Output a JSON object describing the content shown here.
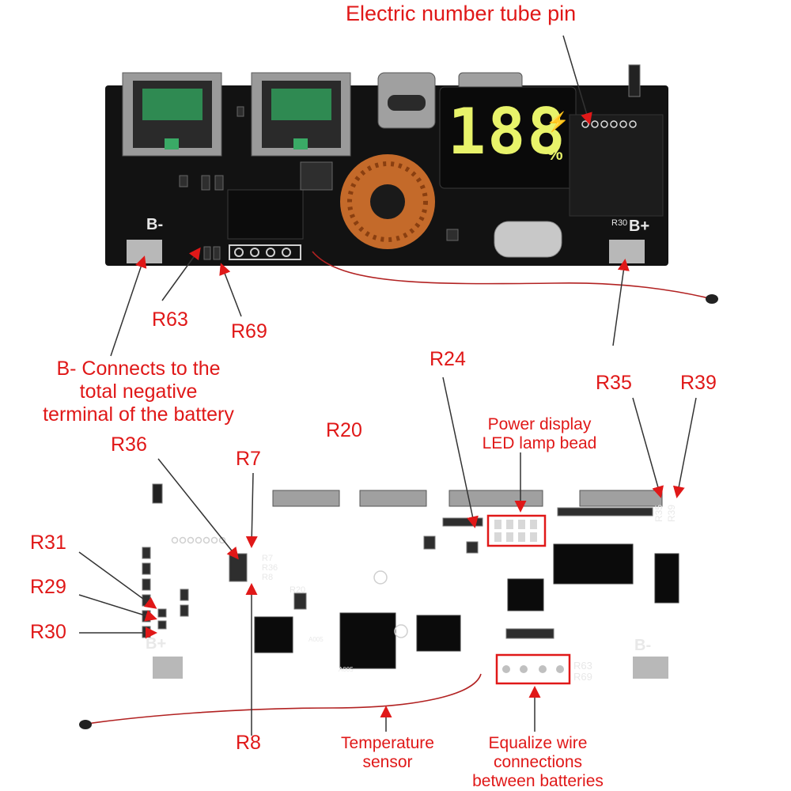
{
  "colors": {
    "label": "#e01818",
    "board": "#121212",
    "copper": "#c46a2a",
    "display": "#e8f36a"
  },
  "labels": {
    "electric_tube_pin": "Electric number tube pin",
    "r63_top": "R63",
    "r69_top": "R69",
    "b_minus_note": [
      "B- Connects to the",
      "total negative",
      "terminal of the battery"
    ],
    "r24": "R24",
    "r35": "R35",
    "r39": "R39",
    "r20": "R20",
    "r36": "R36",
    "r7": "R7",
    "power_display": [
      "Power display",
      "LED lamp bead"
    ],
    "r31": "R31",
    "r29": "R29",
    "r30": "R30",
    "r8": "R8",
    "temp_sensor": [
      "Temperature",
      "sensor"
    ],
    "equalize": [
      "Equalize wire",
      "connections",
      "between batteries"
    ]
  },
  "silkscreen": {
    "top_b_minus": "B-",
    "top_b_plus": "B+",
    "top_r30": "R30",
    "display_digits": "188",
    "display_percent": "%",
    "bot_b_plus": "B+",
    "bot_b_minus": "B-",
    "bot_r7": "R7",
    "bot_r36": "R36",
    "bot_r8": "R8",
    "bot_r20": "R20",
    "bot_r35": "R35",
    "bot_r39": "R39",
    "bot_r63": "R63",
    "bot_r69": "R69",
    "bot_a005_1": "A005",
    "bot_a005_2": "A005"
  }
}
